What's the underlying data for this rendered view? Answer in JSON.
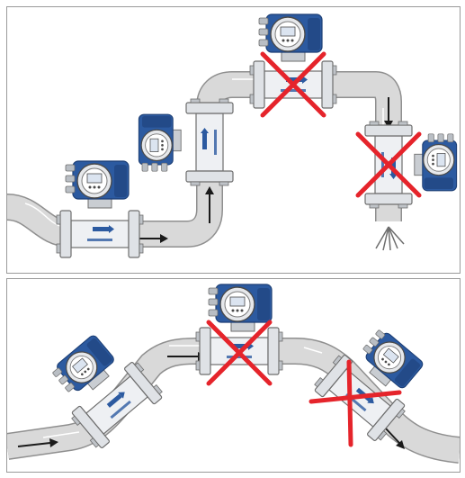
{
  "diagram": {
    "panels": [
      {
        "id": "top",
        "meters": [
          {
            "id": "meter-a",
            "orientation": "horizontal",
            "flow": "right",
            "mark": "correct"
          },
          {
            "id": "meter-b",
            "orientation": "vertical",
            "flow": "up",
            "mark": "correct"
          },
          {
            "id": "meter-c",
            "orientation": "horizontal",
            "flow": "right",
            "mark": "incorrect"
          },
          {
            "id": "meter-d",
            "orientation": "vertical",
            "flow": "down",
            "mark": "incorrect"
          }
        ]
      },
      {
        "id": "bottom",
        "meters": [
          {
            "id": "meter-e",
            "orientation": "inclined",
            "flow": "up-right",
            "mark": "correct"
          },
          {
            "id": "meter-f",
            "orientation": "horizontal",
            "flow": "right",
            "mark": "incorrect"
          },
          {
            "id": "meter-g",
            "orientation": "inclined",
            "flow": "down-right",
            "mark": "incorrect"
          }
        ]
      }
    ],
    "colors": {
      "pipe": "#d9d9d9",
      "pipe_edge": "#8f8f8f",
      "transmitter_blue": "#2c5aa0",
      "display": "#f2f2f2",
      "cross": "#e5242b",
      "arrow": "#1a1a1a"
    }
  }
}
